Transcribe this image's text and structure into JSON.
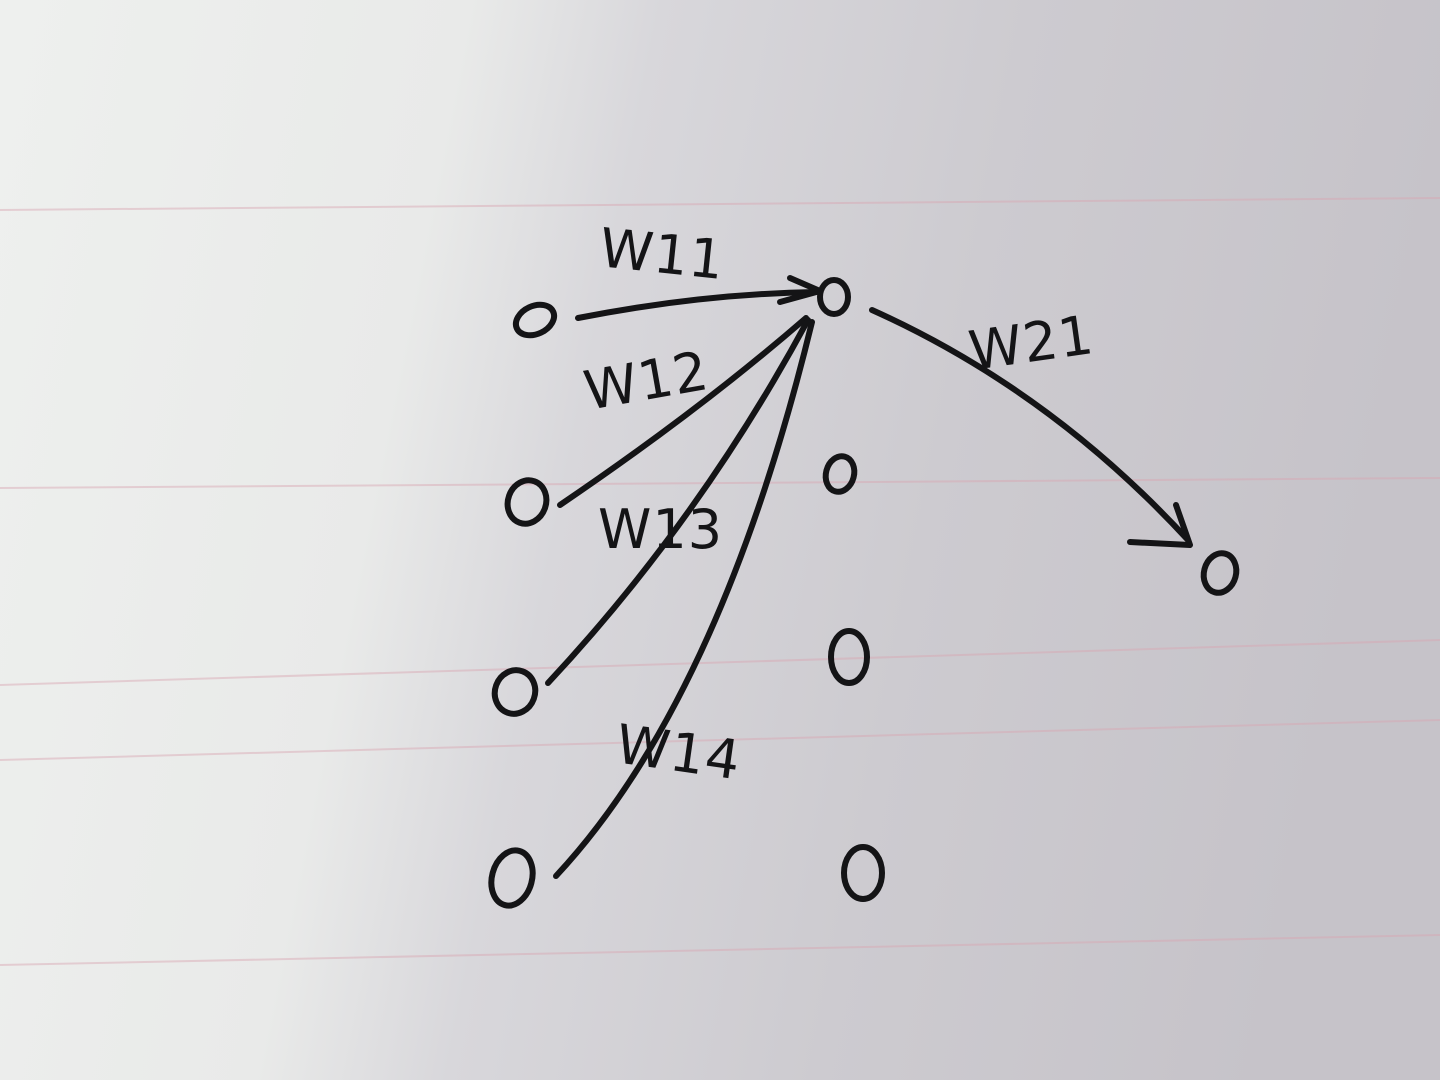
{
  "diagram": {
    "nodes": [
      {
        "id": "input-1",
        "layer": "input"
      },
      {
        "id": "input-2",
        "layer": "input"
      },
      {
        "id": "input-3",
        "layer": "input"
      },
      {
        "id": "input-4",
        "layer": "input"
      },
      {
        "id": "hidden-1",
        "layer": "hidden"
      },
      {
        "id": "hidden-2",
        "layer": "hidden"
      },
      {
        "id": "hidden-3",
        "layer": "hidden"
      },
      {
        "id": "hidden-4",
        "layer": "hidden"
      },
      {
        "id": "output-1",
        "layer": "output"
      }
    ],
    "edges": [
      {
        "from": "input-1",
        "to": "hidden-1",
        "label": "W11"
      },
      {
        "from": "input-2",
        "to": "hidden-1",
        "label": "W12"
      },
      {
        "from": "input-3",
        "to": "hidden-1",
        "label": "W13"
      },
      {
        "from": "input-4",
        "to": "hidden-1",
        "label": "W14"
      },
      {
        "from": "hidden-1",
        "to": "output-1",
        "label": "W21"
      }
    ]
  },
  "colors": {
    "ink": "#141416",
    "paper_light": "#eef0ee",
    "paper_shadow": "#c9c6cc",
    "ruling": "#d9a6b2"
  }
}
